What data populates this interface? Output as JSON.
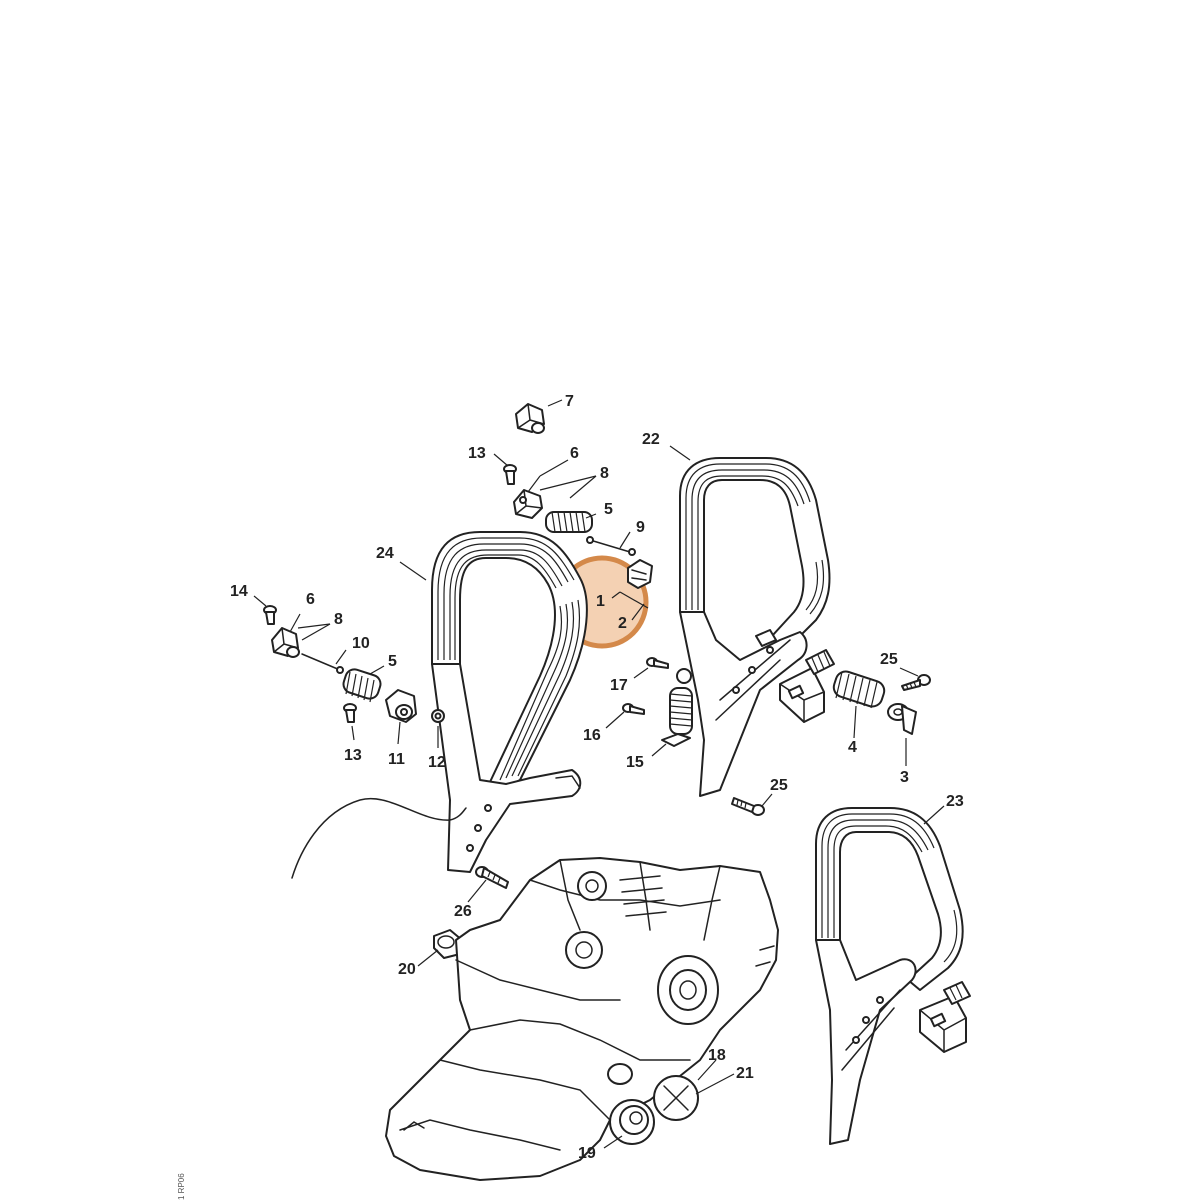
{
  "diagram": {
    "callouts": [
      {
        "id": "c7",
        "label": "7"
      },
      {
        "id": "c13a",
        "label": "13"
      },
      {
        "id": "c6a",
        "label": "6"
      },
      {
        "id": "c8a",
        "label": "8"
      },
      {
        "id": "c5a",
        "label": "5"
      },
      {
        "id": "c9",
        "label": "9"
      },
      {
        "id": "c22",
        "label": "22"
      },
      {
        "id": "c24",
        "label": "24"
      },
      {
        "id": "c1",
        "label": "1"
      },
      {
        "id": "c2",
        "label": "2"
      },
      {
        "id": "c14",
        "label": "14"
      },
      {
        "id": "c6b",
        "label": "6"
      },
      {
        "id": "c8b",
        "label": "8"
      },
      {
        "id": "c10",
        "label": "10"
      },
      {
        "id": "c5b",
        "label": "5"
      },
      {
        "id": "c13b",
        "label": "13"
      },
      {
        "id": "c11",
        "label": "11"
      },
      {
        "id": "c12",
        "label": "12"
      },
      {
        "id": "c17",
        "label": "17"
      },
      {
        "id": "c16",
        "label": "16"
      },
      {
        "id": "c15",
        "label": "15"
      },
      {
        "id": "c25a",
        "label": "25"
      },
      {
        "id": "c4",
        "label": "4"
      },
      {
        "id": "c3",
        "label": "3"
      },
      {
        "id": "c25b",
        "label": "25"
      },
      {
        "id": "c23",
        "label": "23"
      },
      {
        "id": "c26",
        "label": "26"
      },
      {
        "id": "c20",
        "label": "20"
      },
      {
        "id": "c18",
        "label": "18"
      },
      {
        "id": "c21",
        "label": "21"
      },
      {
        "id": "c19",
        "label": "19"
      }
    ],
    "highlight_color": "#d4894a",
    "highlight_fill": "#f2c9a6",
    "line_color": "#222222",
    "side_code": "1 RP06"
  }
}
